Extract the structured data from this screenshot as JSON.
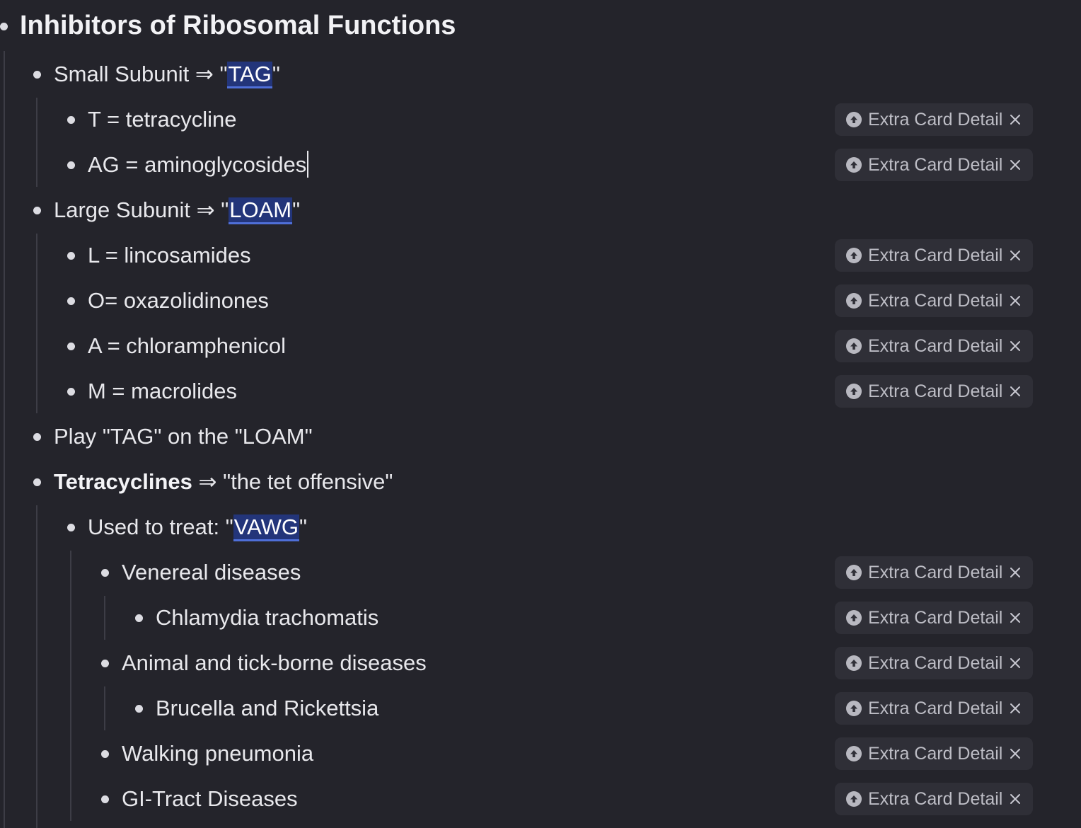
{
  "outline": {
    "title": "Inhibitors of Ribosomal Functions",
    "nodes": [
      {
        "pre": "Small Subunit ⇒ \"",
        "hl": "TAG",
        "post": "\""
      },
      {
        "text": "T = tetracycline",
        "tag": "Extra Card Detail"
      },
      {
        "text": "AG = aminoglycosides",
        "tag": "Extra Card Detail"
      },
      {
        "pre": "Large Subunit ⇒ \"",
        "hl": "LOAM",
        "post": "\""
      },
      {
        "text": "L = lincosamides",
        "tag": "Extra Card Detail"
      },
      {
        "text": "O= oxazolidinones",
        "tag": "Extra Card Detail"
      },
      {
        "text": "A = chloramphenicol",
        "tag": "Extra Card Detail"
      },
      {
        "text": "M = macrolides",
        "tag": "Extra Card Detail"
      },
      {
        "text": "Play \"TAG\" on the \"LOAM\""
      },
      {
        "bold": "Tetracyclines",
        "post": " ⇒ \"the tet offensive\""
      },
      {
        "pre": "Used to treat: \"",
        "hl": "VAWG",
        "post": "\""
      },
      {
        "text": "Venereal diseases",
        "tag": "Extra Card Detail"
      },
      {
        "text": "Chlamydia trachomatis",
        "tag": "Extra Card Detail"
      },
      {
        "text": "Animal and tick-borne diseases",
        "tag": "Extra Card Detail"
      },
      {
        "text": "Brucella and Rickettsia",
        "tag": "Extra Card Detail"
      },
      {
        "text": "Walking pneumonia",
        "tag": "Extra Card Detail"
      },
      {
        "text": "GI-Tract Diseases",
        "tag": "Extra Card Detail"
      }
    ]
  }
}
